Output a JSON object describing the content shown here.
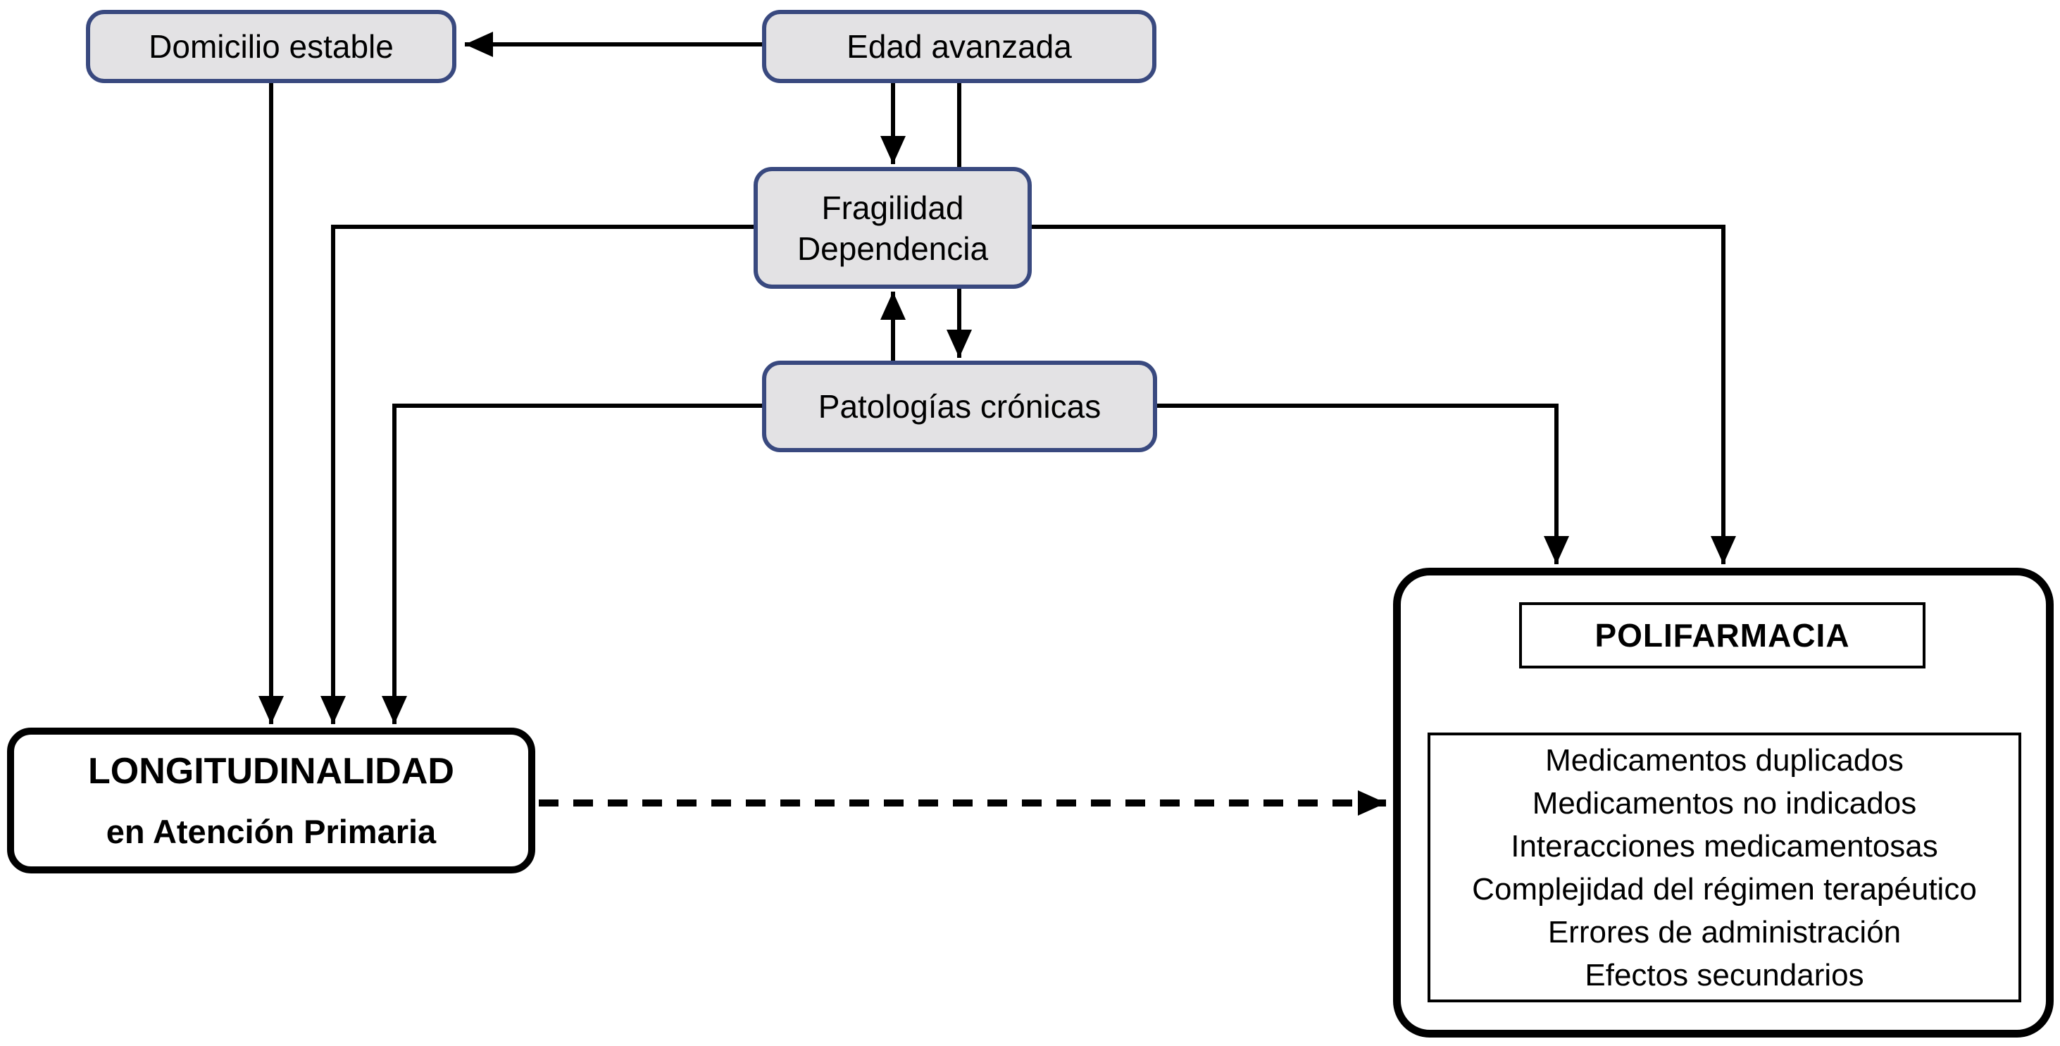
{
  "nodes": {
    "domicilio": {
      "label": "Domicilio estable"
    },
    "edad": {
      "label": "Edad avanzada"
    },
    "fragilidad": {
      "label_line1": "Fragilidad",
      "label_line2": "Dependencia"
    },
    "patologias": {
      "label": "Patologías crónicas"
    },
    "longitudinalidad": {
      "label_line1": "LONGITUDINALIDAD",
      "label_line2": "en Atención Primaria"
    },
    "polifarmacia": {
      "title": "POLIFARMACIA",
      "items": [
        "Medicamentos duplicados",
        "Medicamentos no indicados",
        "Interacciones medicamentosas",
        "Complejidad del régimen terapéutico",
        "Errores de administración",
        "Efectos secundarios"
      ]
    }
  },
  "colors": {
    "node_fill": "#e3e2e4",
    "node_border": "#39497f",
    "arrow": "#000000",
    "background": "#ffffff"
  }
}
